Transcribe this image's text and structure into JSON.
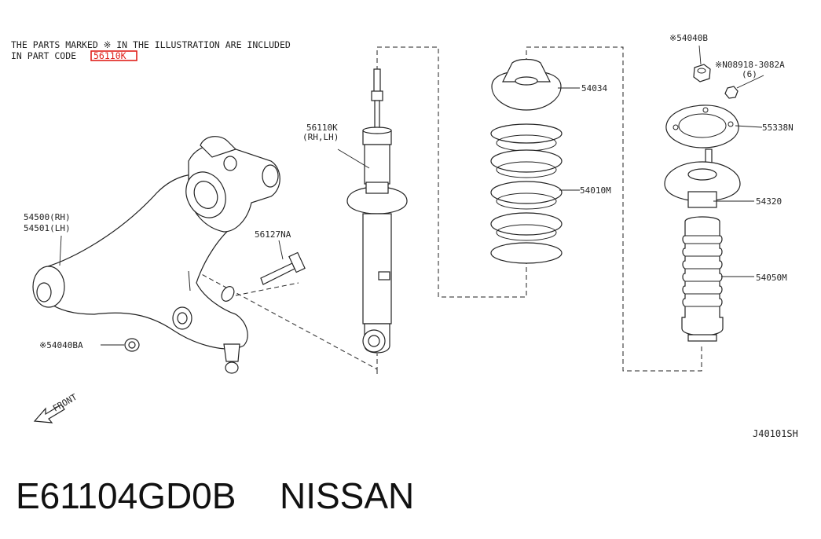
{
  "note": {
    "line1": "THE PARTS MARKED ※ IN THE ILLUSTRATION ARE INCLUDED",
    "line2_prefix": "IN PART CODE",
    "highlight_code": "56110K",
    "highlight_color": "#e0201a"
  },
  "callouts": {
    "shock_absorber_1": "56110K",
    "shock_absorber_2": "(RH,LH)",
    "mount_insulator": "54034",
    "coil_spring": "54010M",
    "nut_top": "※54040B",
    "bolt_top": "※N08918-3082A",
    "bolt_top_qty": "(6)",
    "seat_plate": "55338N",
    "bound_bumper_seat": "54320",
    "dust_boot": "54050M",
    "lower_arm_rh": "54500(RH)",
    "lower_arm_lh": "54501(LH)",
    "arm_bolt": "56127NA",
    "arm_nut": "※54040BA",
    "front_arrow": "FRONT"
  },
  "figure_code": "J40101SH",
  "footer": {
    "part_number": "E61104GD0B",
    "brand": "NISSAN"
  }
}
